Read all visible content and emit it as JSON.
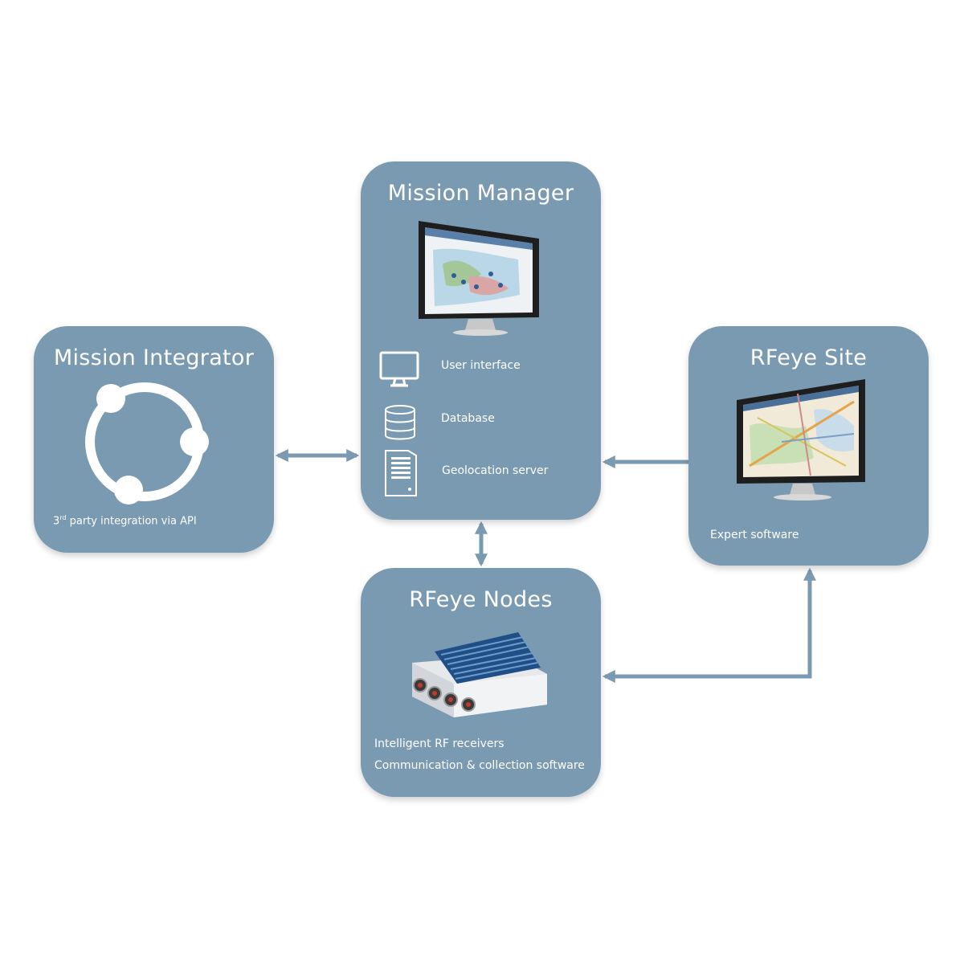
{
  "mission_integrator": {
    "title": "Mission Integrator",
    "caption_prefix": "3",
    "caption_sup": "rd",
    "caption_rest": " party integration via API"
  },
  "mission_manager": {
    "title": "Mission Manager",
    "features": [
      {
        "label": "User interface",
        "icon": "monitor-icon"
      },
      {
        "label": "Database",
        "icon": "database-icon"
      },
      {
        "label": "Geolocation server",
        "icon": "server-icon"
      }
    ]
  },
  "rfeye_site": {
    "title": "RFeye Site",
    "caption": "Expert software"
  },
  "rfeye_nodes": {
    "title": "RFeye Nodes",
    "captions": [
      "Intelligent RF receivers",
      "Communication & collection software"
    ]
  },
  "colors": {
    "box": "#7a9ab2",
    "arrow": "#7a9ab2",
    "text": "#ffffff",
    "background": "#ffffff"
  }
}
